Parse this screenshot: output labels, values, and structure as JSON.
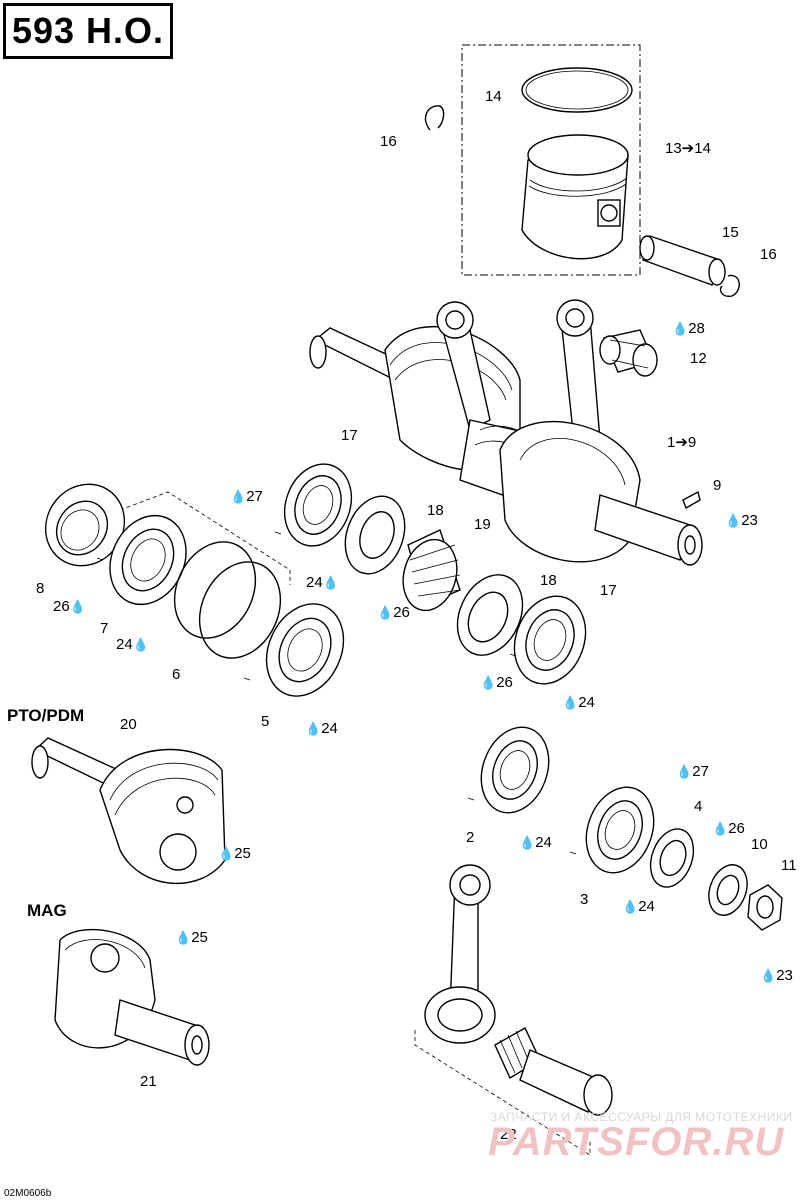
{
  "title": "593 H.O.",
  "sections": {
    "pto": "PTO/PDM",
    "mag": "MAG"
  },
  "footer_code": "02M0606b",
  "watermark": {
    "line1": "ЗАПЧАСТИ И АКСЕССУАРЫ ДЛЯ МОТОТЕХНИКИ",
    "line2": "PARTSFOR.RU"
  },
  "labels": {
    "l14": "14",
    "l16a": "16",
    "l13": "13➔14",
    "l15": "15",
    "l16b": "16",
    "l28": "28",
    "l12": "12",
    "l1": "1➔9",
    "l9": "9",
    "l23a": "23",
    "l17a": "17",
    "l18a": "18",
    "l19": "19",
    "l27a": "27",
    "l8": "8",
    "l26a": "26",
    "l7": "7",
    "l24a": "24",
    "l24b": "24",
    "l26b": "26",
    "l6": "6",
    "l18b": "18",
    "l17b": "17",
    "l5": "5",
    "l24c": "24",
    "l26c": "26",
    "l24d": "24",
    "l20": "20",
    "l25a": "25",
    "l27b": "27",
    "l4": "4",
    "l26d": "26",
    "l10": "10",
    "l11": "11",
    "l2": "2",
    "l24e": "24",
    "l3": "3",
    "l24f": "24",
    "l23b": "23",
    "l25b": "25",
    "l21": "21",
    "l22": "22"
  }
}
